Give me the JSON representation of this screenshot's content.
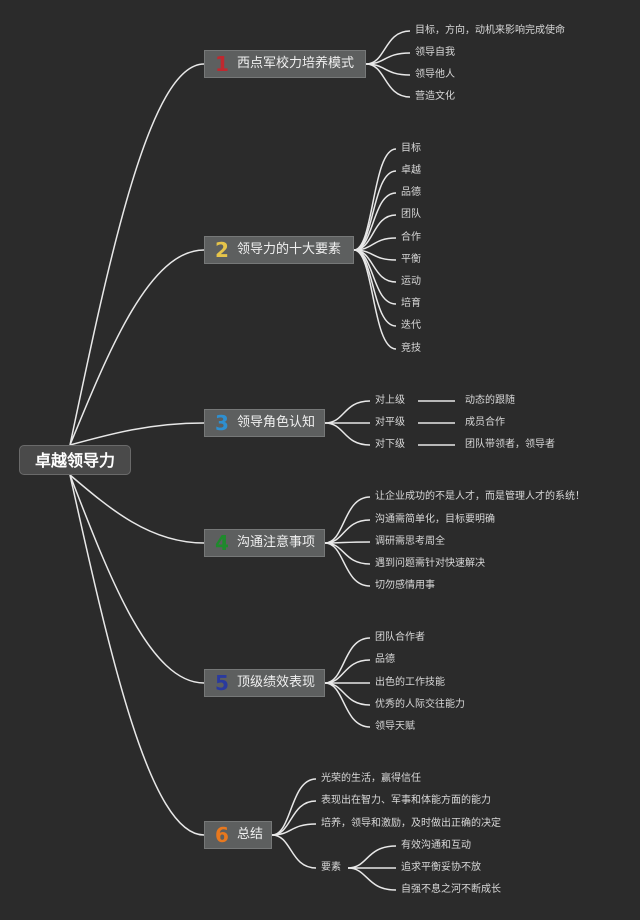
{
  "root": {
    "label": "卓越领导力"
  },
  "branches": [
    {
      "num": "1",
      "num_color": "#c0282f",
      "label": "西点军校力培养模式",
      "leaves": [
        "目标，方向，动机来影响完成使命",
        "领导自我",
        "领导他人",
        "营造文化"
      ]
    },
    {
      "num": "2",
      "num_color": "#e6c44a",
      "label": "领导力的十大要素",
      "leaves": [
        "目标",
        "卓越",
        "品德",
        "团队",
        "合作",
        "平衡",
        "运动",
        "培育",
        "迭代",
        "竞技"
      ]
    },
    {
      "num": "3",
      "num_color": "#2e8fd0",
      "label": "领导角色认知",
      "leaves": [
        "对上级",
        "对平级",
        "对下级"
      ],
      "details": [
        "动态的跟随",
        "成员合作",
        "团队带领者，领导者"
      ]
    },
    {
      "num": "4",
      "num_color": "#1e8a2c",
      "label": "沟通注意事项",
      "leaves": [
        "让企业成功的不是人才，而是管理人才的系统！",
        "沟通需简单化，目标要明确",
        "调研需思考周全",
        "遇到问题需针对快速解决",
        "切勿感情用事"
      ]
    },
    {
      "num": "5",
      "num_color": "#2a3a9e",
      "label": "顶级绩效表现",
      "leaves": [
        "团队合作者",
        "品德",
        "出色的工作技能",
        "优秀的人际交往能力",
        "领导天赋"
      ]
    },
    {
      "num": "6",
      "num_color": "#e8781e",
      "label": "总结",
      "leaves": [
        "光荣的生活，赢得信任",
        "表现出在智力、军事和体能方面的能力",
        "培养，领导和激励，及时做出正确的决定",
        "要素"
      ],
      "sub": [
        "有效沟通和互动",
        "追求平衡妥协不放",
        "自强不息之河不断成长"
      ]
    }
  ]
}
